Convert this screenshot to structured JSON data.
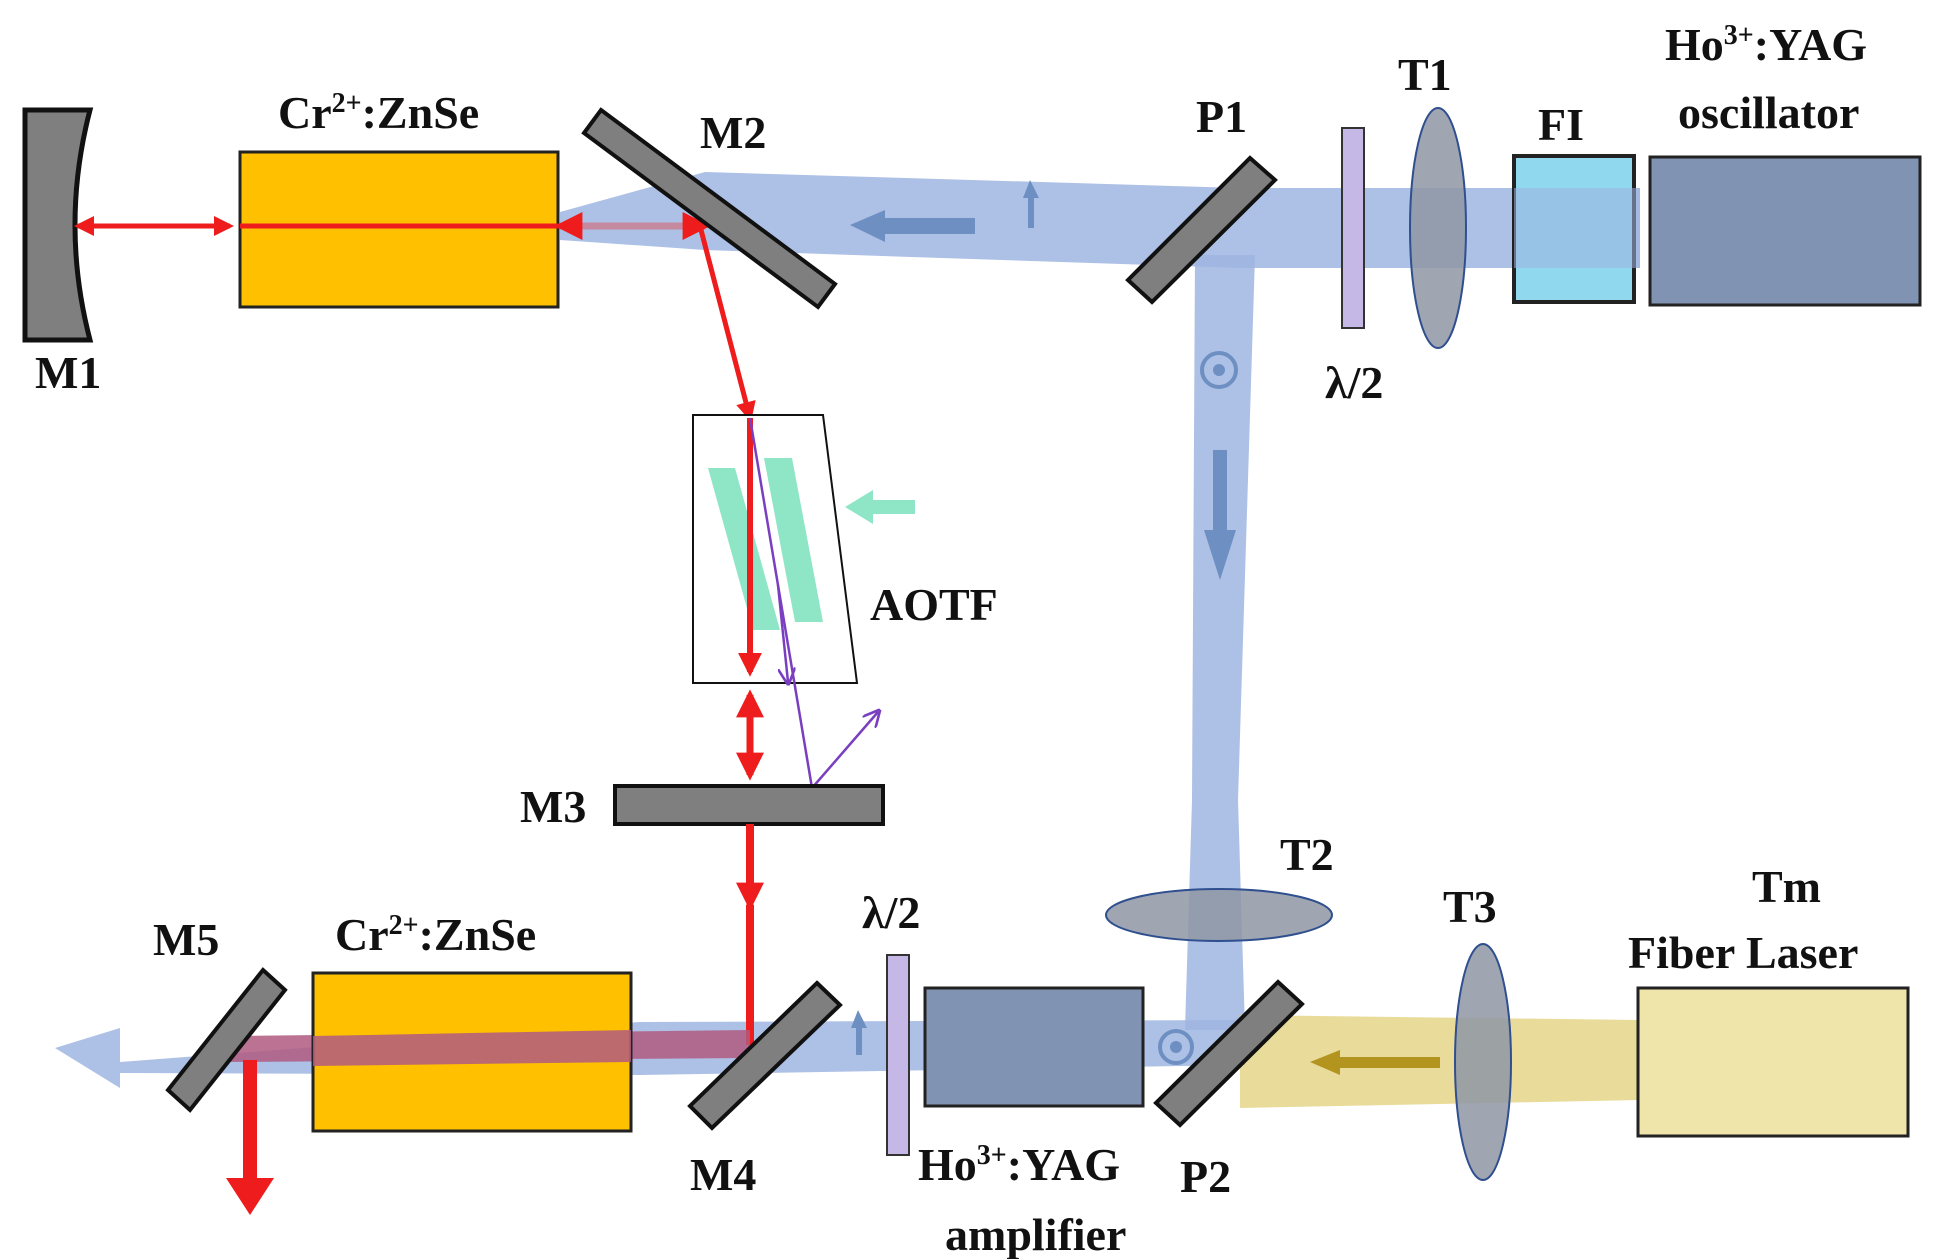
{
  "labels": {
    "m1": "M1",
    "m2": "M2",
    "m3": "M3",
    "m4": "M4",
    "m5": "M5",
    "p1": "P1",
    "p2": "P2",
    "t1": "T1",
    "t2": "T2",
    "t3": "T3",
    "fi": "FI",
    "aotf": "AOTF",
    "half_wave_top": "λ/2",
    "half_wave_bottom": "λ/2",
    "crystal_top": {
      "base": "Cr",
      "sup": "2+",
      "rest": ":ZnSe"
    },
    "crystal_bottom": {
      "base": "Cr",
      "sup": "2+",
      "rest": ":ZnSe"
    },
    "oscillator": {
      "base": "Ho",
      "sup": "3+",
      "rest": ":YAG",
      "line2": "oscillator"
    },
    "amplifier": {
      "base": "Ho",
      "sup": "3+",
      "rest": ":YAG",
      "line2": "amplifier"
    },
    "tm_laser": {
      "line1": "Tm",
      "line2": "Fiber Laser"
    }
  },
  "colors": {
    "pump_beam": "#9fb5e0",
    "mid_ir_beam": "#ee1c1c",
    "tm_beam": "#e2d07a",
    "crystal": "#ffc000",
    "mirror": "#7f7f7f",
    "faraday_isolator": "#8fd8ee",
    "ho_box": "#8193b2",
    "tm_box": "#efe4aa",
    "aotf_grating": "#8fe6c6",
    "diffracted_beam": "#7a3fc0"
  }
}
